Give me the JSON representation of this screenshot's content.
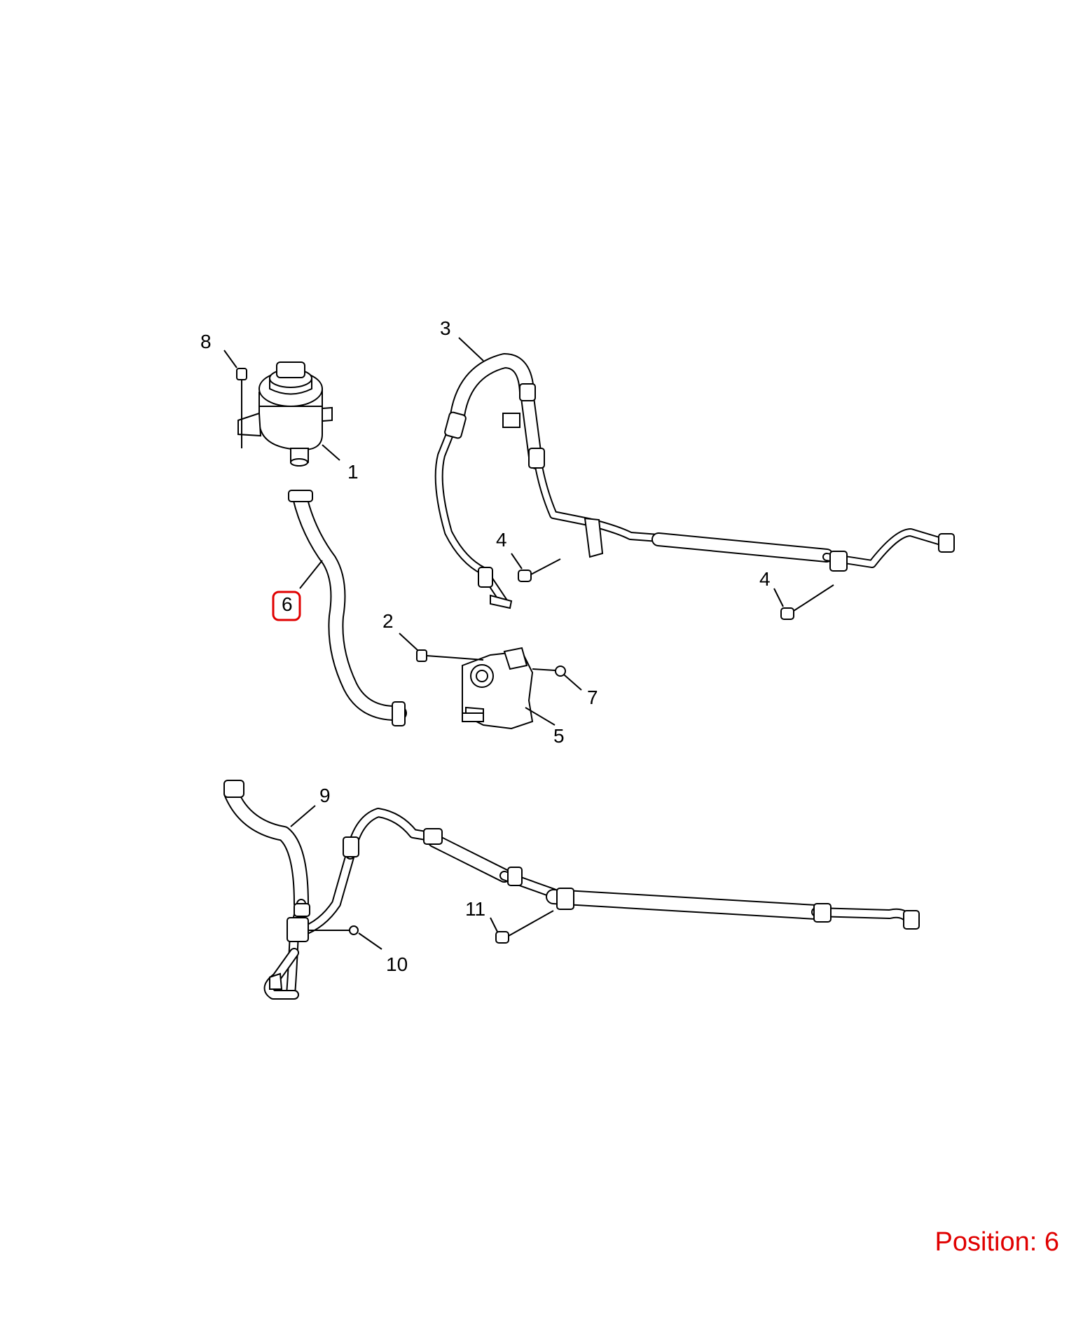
{
  "callouts": {
    "c1": "1",
    "c2": "2",
    "c3": "3",
    "c4a": "4",
    "c4b": "4",
    "c5": "5",
    "c6": "6",
    "c7": "7",
    "c8": "8",
    "c9": "9",
    "c10": "10",
    "c11": "11"
  },
  "selected_callout": "6",
  "highlight_color": "#e00000",
  "position_label": "Position: 6"
}
